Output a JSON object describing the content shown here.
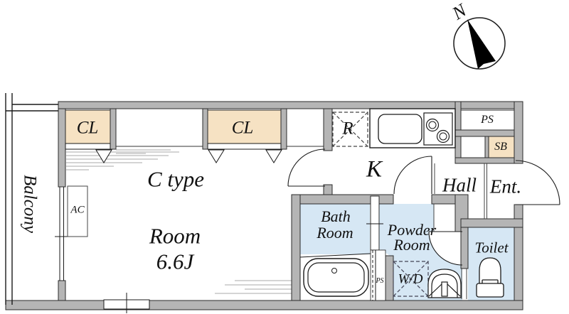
{
  "floor_plan": {
    "unit_type": "C type",
    "compass_north": "N",
    "balcony": "Balcony",
    "main_room": {
      "name": "Room",
      "size": "6.6J"
    },
    "kitchen": "K",
    "hall": "Hall",
    "entrance": "Ent.",
    "bath": {
      "line1": "Bath",
      "line2": "Room"
    },
    "powder": {
      "line1": "Powder",
      "line2": "Room"
    },
    "toilet": "Toilet",
    "labels": {
      "closet": "CL",
      "refrigerator": "R",
      "pipe_shaft": "PS",
      "shoe_box": "SB",
      "washer_dryer": "W/D",
      "air_conditioner": "AC"
    },
    "colors": {
      "wall_fill": "#b5b5b5",
      "closet_fill": "#f6e2c3",
      "wet_area_fill": "#d6e7f4",
      "line": "#1a1a1a"
    }
  }
}
